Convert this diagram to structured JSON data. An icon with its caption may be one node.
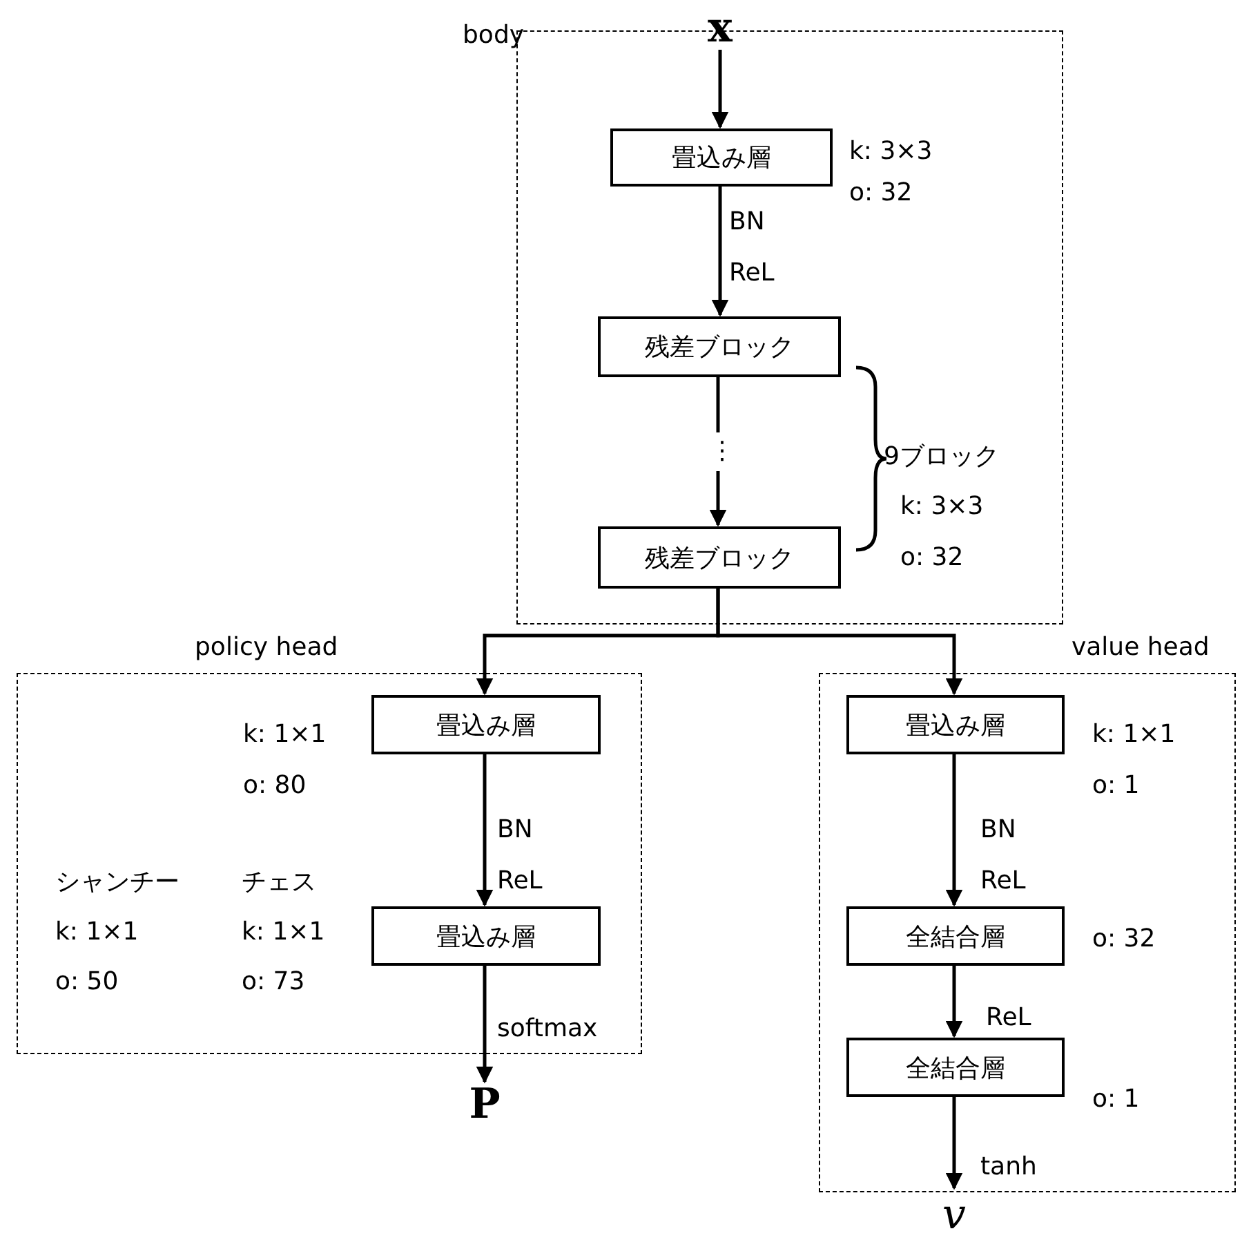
{
  "diagram": {
    "nodes": [
      {
        "text": [
          "body"
        ]
      },
      {
        "text": [
          "x"
        ]
      },
      {
        "text": [
          "畳込み層"
        ],
        "in": 0,
        "beside": [
          "k: 3×3",
          "o: 32"
        ]
      },
      {
        "text": [
          "残差ブロック"
        ],
        "in": 0
      },
      {
        "text": [
          "残差ブロック"
        ],
        "in": 0
      },
      {
        "text": [
          "policy head"
        ]
      },
      {
        "text": [
          "畳込み層"
        ],
        "in": 5,
        "beside": [
          "k: 1×1",
          "o: 80"
        ]
      },
      {
        "text": [
          "畳込み層"
        ],
        "in": 5
      },
      {
        "text": [
          "P"
        ]
      },
      {
        "text": [
          "value head"
        ]
      },
      {
        "text": [
          "畳込み層"
        ],
        "in": 9,
        "beside": [
          "k: 1×1",
          "o: 1"
        ]
      },
      {
        "text": [
          "全結合層"
        ],
        "in": 9,
        "beside": [
          "o: 32"
        ]
      },
      {
        "text": [
          "全結合層"
        ],
        "in": 9,
        "beside": [
          "o: 1"
        ]
      },
      {
        "text": [
          "v"
        ]
      }
    ],
    "edges": [
      {
        "from": 1,
        "to": 2,
        "arrow": "to"
      },
      {
        "from": 2,
        "to": 3,
        "arrow": "to",
        "label": "BN ReL"
      },
      {
        "from": 3,
        "to": 4,
        "arrow": "to",
        "label": "⋮"
      },
      {
        "from": 4,
        "to": 6,
        "arrow": "to"
      },
      {
        "from": 4,
        "to": 10,
        "arrow": "to"
      },
      {
        "from": 6,
        "to": 7,
        "arrow": "to",
        "label": "BN ReL"
      },
      {
        "from": 7,
        "to": 8,
        "arrow": "to",
        "label": "softmax"
      },
      {
        "from": 10,
        "to": 11,
        "arrow": "to",
        "label": "BN ReL"
      },
      {
        "from": 11,
        "to": 12,
        "arrow": "to",
        "label": "ReL"
      },
      {
        "from": 12,
        "to": 13,
        "arrow": "to",
        "label": "tanh"
      }
    ],
    "labels": [
      "9ブロック",
      "k: 3×3",
      "o: 32",
      "シャンチー",
      "チェス",
      "k: 1×1",
      "k: 1×1",
      "o: 50",
      "o: 73"
    ]
  }
}
